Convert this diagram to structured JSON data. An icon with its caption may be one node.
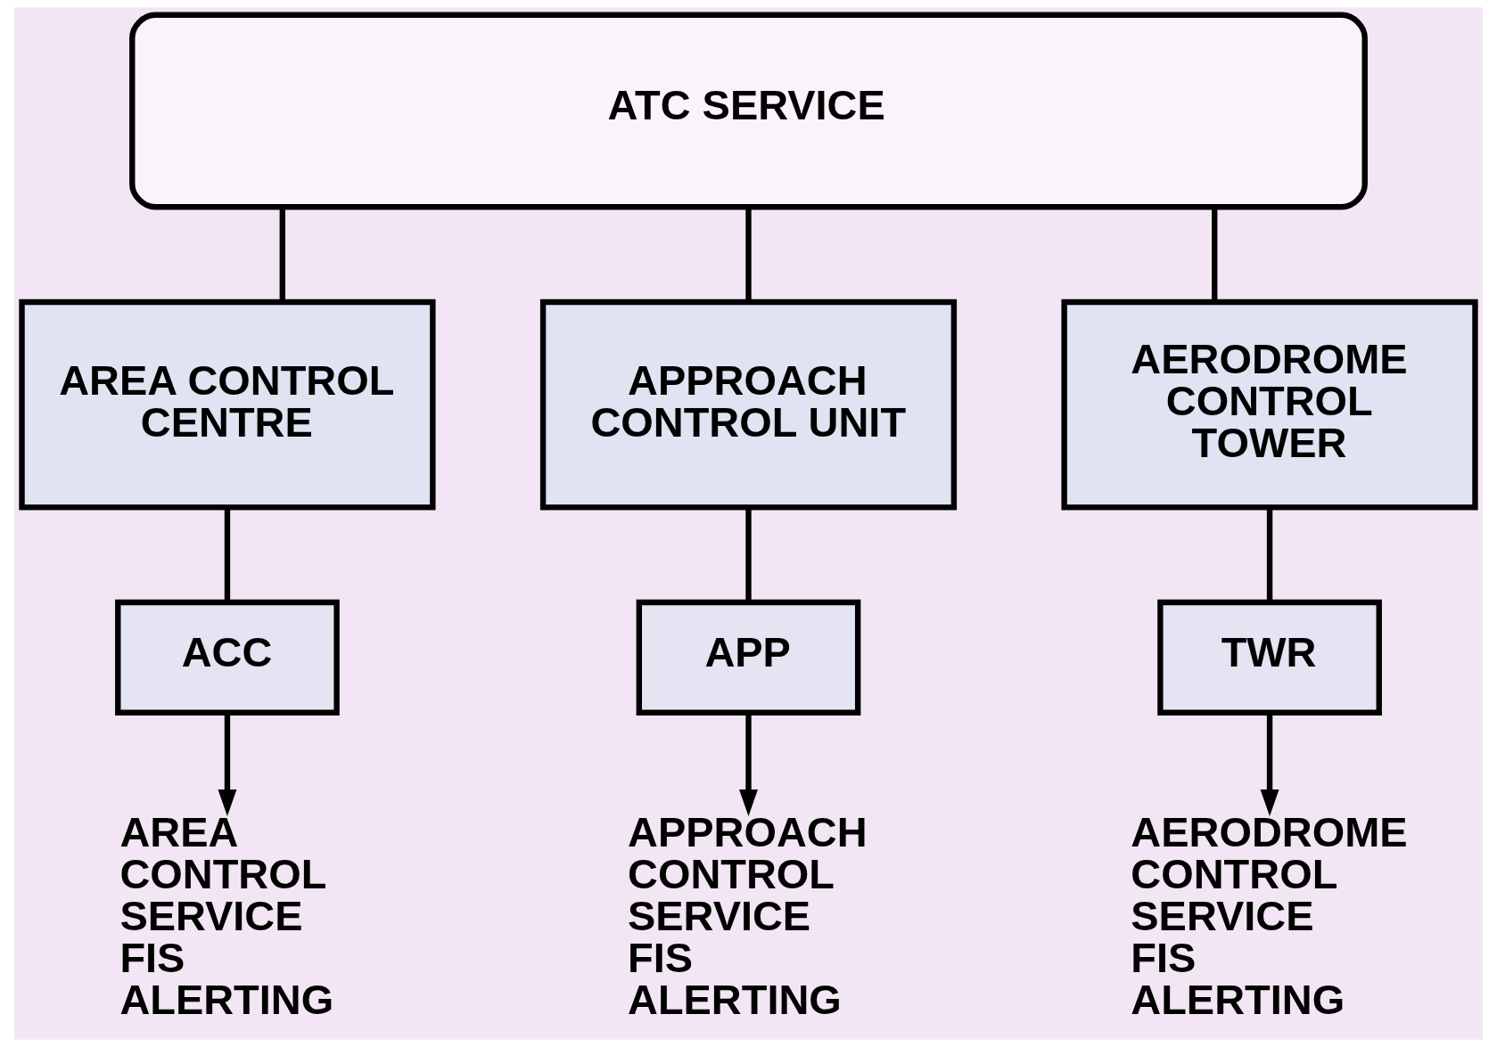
{
  "diagram": {
    "nodes": [
      {
        "text": [
          "ATC SERVICE"
        ]
      },
      {
        "text": [
          "AREA CONTROL CENTRE"
        ]
      },
      {
        "text": [
          "APPROACH CONTROL UNIT"
        ]
      },
      {
        "text": [
          "AERODROME CONTROL TOWER"
        ]
      },
      {
        "text": [
          "ACC"
        ]
      },
      {
        "text": [
          "APP"
        ]
      },
      {
        "text": [
          "TWR"
        ]
      },
      {
        "text": [
          "AREA CONTROL SERVICE",
          "FIS",
          "ALERTING"
        ]
      },
      {
        "text": [
          "APPROACH CONTROL SERVICE",
          "FIS",
          "ALERTING"
        ]
      },
      {
        "text": [
          "AERODROME CONTROL SERVICE",
          "FIS",
          "ALERTING"
        ]
      }
    ],
    "edges": [
      {
        "from": 0,
        "to": 1,
        "arrow": "none"
      },
      {
        "from": 0,
        "to": 2,
        "arrow": "none"
      },
      {
        "from": 0,
        "to": 3,
        "arrow": "none"
      },
      {
        "from": 1,
        "to": 4,
        "arrow": "none"
      },
      {
        "from": 2,
        "to": 5,
        "arrow": "none"
      },
      {
        "from": 3,
        "to": 6,
        "arrow": "none"
      },
      {
        "from": 4,
        "to": 7,
        "arrow": "to"
      },
      {
        "from": 5,
        "to": 8,
        "arrow": "to"
      },
      {
        "from": 6,
        "to": 9,
        "arrow": "to"
      }
    ]
  }
}
